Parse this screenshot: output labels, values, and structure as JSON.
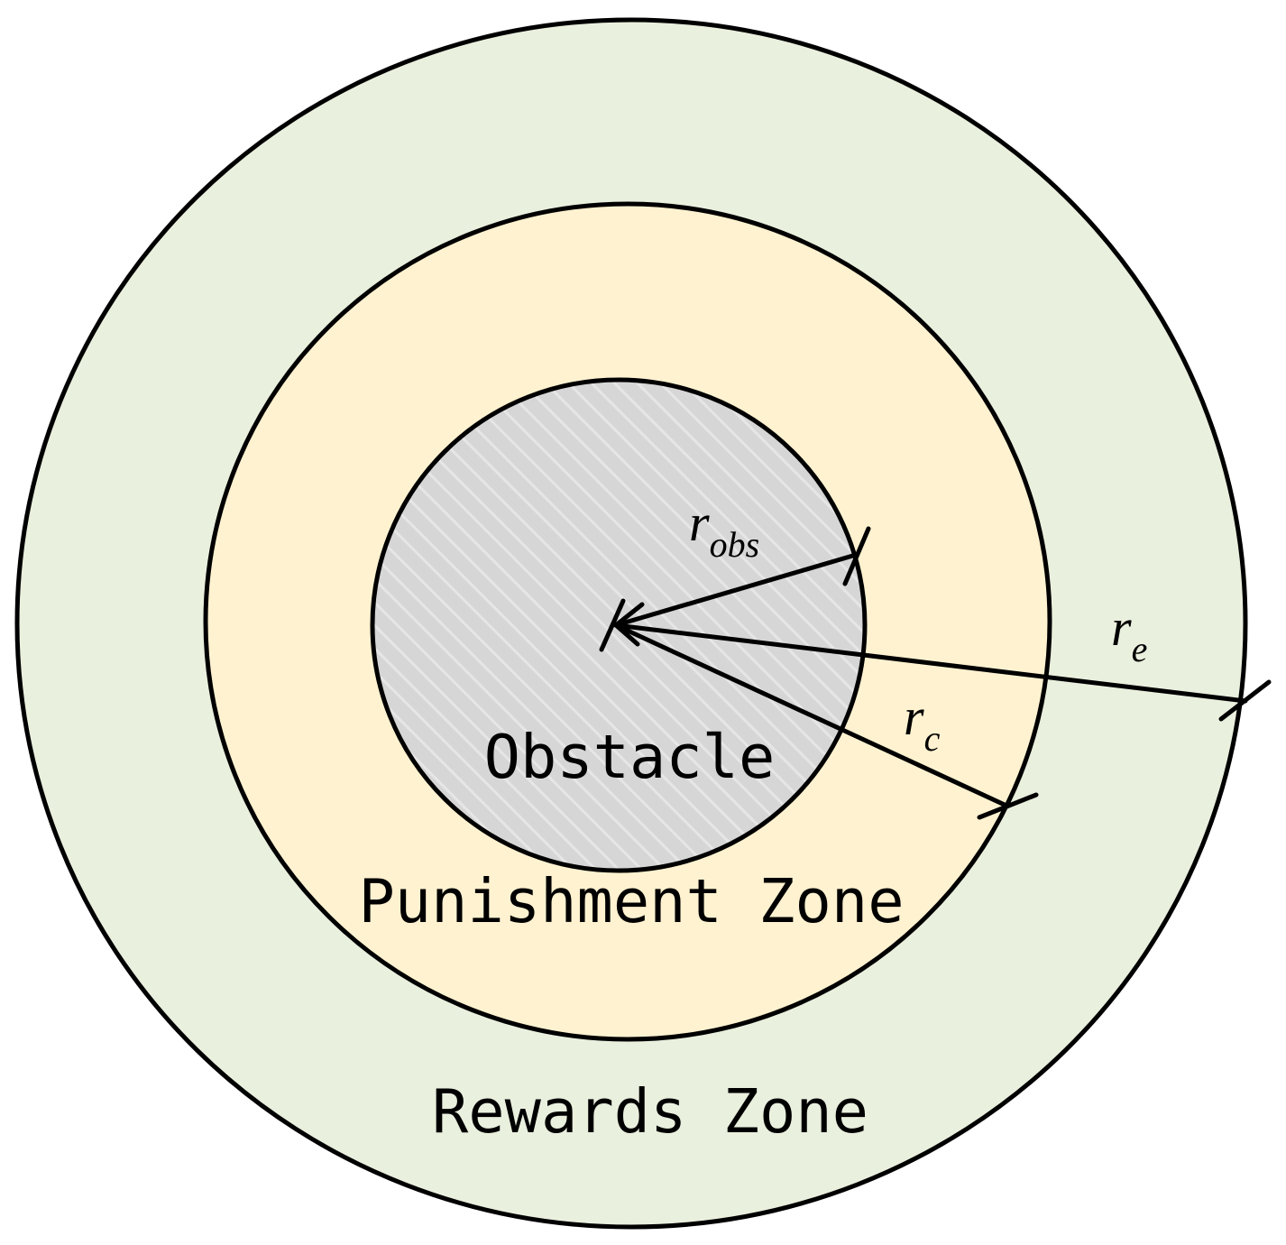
{
  "colors": {
    "rewards_fill": "#e9f0de",
    "punishment_fill": "#fff2d0",
    "obstacle_fill": "#d6d6d6",
    "obstacle_hatch": "#e6e6e6",
    "stroke": "#000000"
  },
  "labels": {
    "obstacle": "Obstacle",
    "punishment_zone": "Punishment Zone",
    "rewards_zone": "Rewards Zone"
  },
  "radii": {
    "obs": {
      "symbol": "r",
      "subscript": "obs"
    },
    "c": {
      "symbol": "r",
      "subscript": "c"
    },
    "e": {
      "symbol": "r",
      "subscript": "e"
    }
  }
}
